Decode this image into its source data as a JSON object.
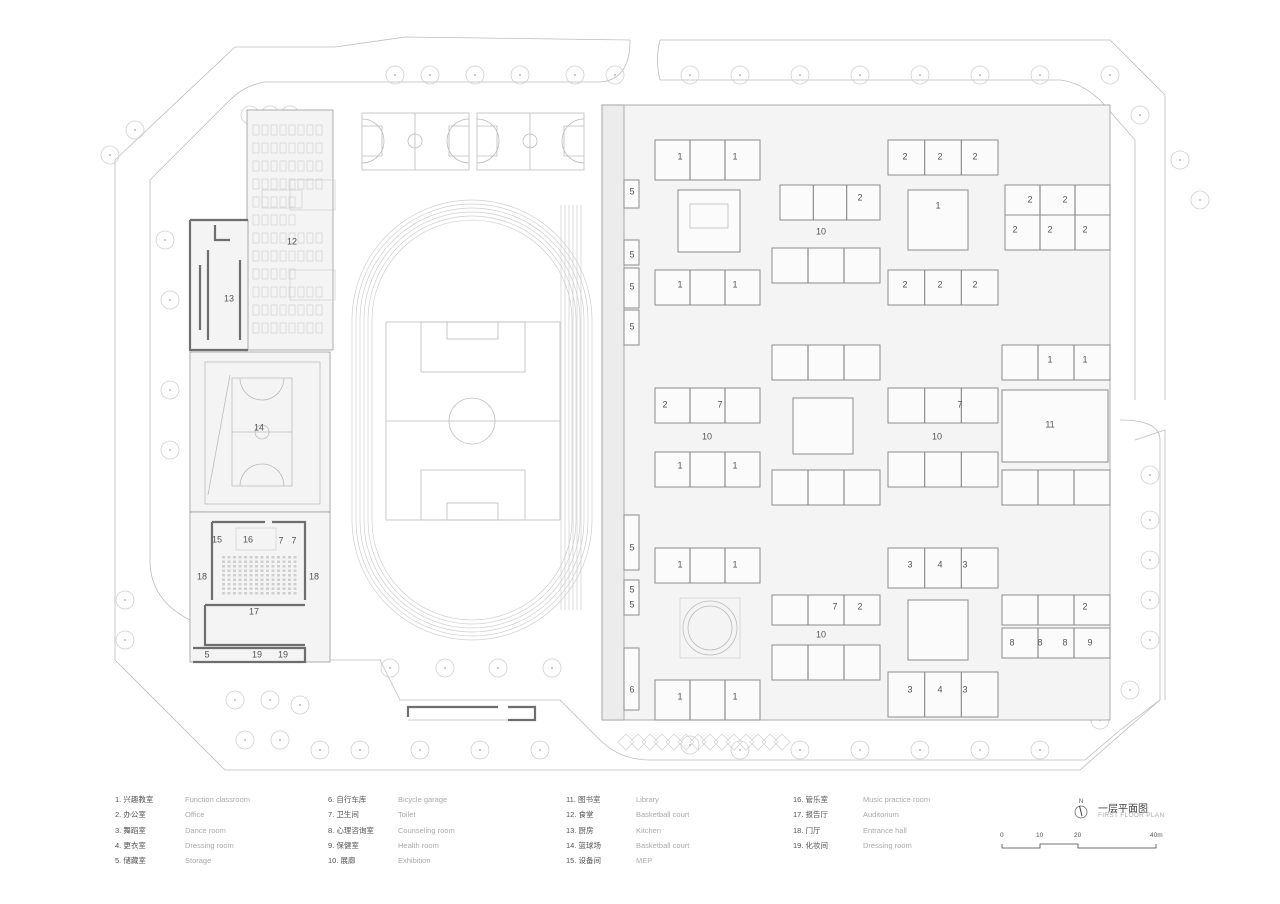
{
  "title": {
    "zh": "一层平面图",
    "en": "FIRST FLOOR PLAN",
    "north_label": "N"
  },
  "scale_bar": {
    "ticks": [
      "0",
      "10",
      "20",
      "40m"
    ]
  },
  "legend": {
    "columns": [
      [
        {
          "zh": "1. 兴趣教室",
          "en": "Function classroom"
        },
        {
          "zh": "2. 办公室",
          "en": "Office"
        },
        {
          "zh": "3. 舞蹈室",
          "en": "Dance room"
        },
        {
          "zh": "4. 更衣室",
          "en": "Dressing room"
        },
        {
          "zh": "5. 储藏室",
          "en": "Storage"
        }
      ],
      [
        {
          "zh": "6. 自行车库",
          "en": "Bicycle garage"
        },
        {
          "zh": "7. 卫生间",
          "en": "Toilet"
        },
        {
          "zh": "8. 心理咨询室",
          "en": "Counseling room"
        },
        {
          "zh": "9. 保健室",
          "en": "Health room"
        },
        {
          "zh": "10. 展廊",
          "en": "Exhibition"
        }
      ],
      [
        {
          "zh": "11. 图书室",
          "en": "Library"
        },
        {
          "zh": "12. 食堂",
          "en": "Basketball court"
        },
        {
          "zh": "13. 厨房",
          "en": "Kitchen"
        },
        {
          "zh": "14. 篮球场",
          "en": "Basketball court"
        },
        {
          "zh": "15. 设备间",
          "en": "MEP"
        }
      ],
      [
        {
          "zh": "16. 管乐室",
          "en": "Music practice room"
        },
        {
          "zh": "17. 报告厅",
          "en": "Auditorium"
        },
        {
          "zh": "18. 门厅",
          "en": "Entrance hall"
        },
        {
          "zh": "19. 化妆间",
          "en": "Dressing room"
        }
      ]
    ]
  },
  "room_labels": {
    "canteen": "12",
    "kitchen": "13",
    "gym_court": "14",
    "mep": "15",
    "music": "16",
    "auditorium": "17",
    "entrance_left": "18",
    "entrance_right": "18",
    "dressing_a": "19",
    "dressing_b": "19",
    "toilet_a": "7",
    "toilet_b": "7",
    "storage_aud": "5",
    "exhibition_1": "10",
    "exhibition_2": "10",
    "exhibition_3": "10",
    "exhibition_4": "10",
    "library": "11",
    "classroom": "1",
    "office": "2",
    "dance": "3",
    "dressing": "4",
    "storage": "5",
    "bike": "6",
    "counsel": "8",
    "health": "9"
  }
}
